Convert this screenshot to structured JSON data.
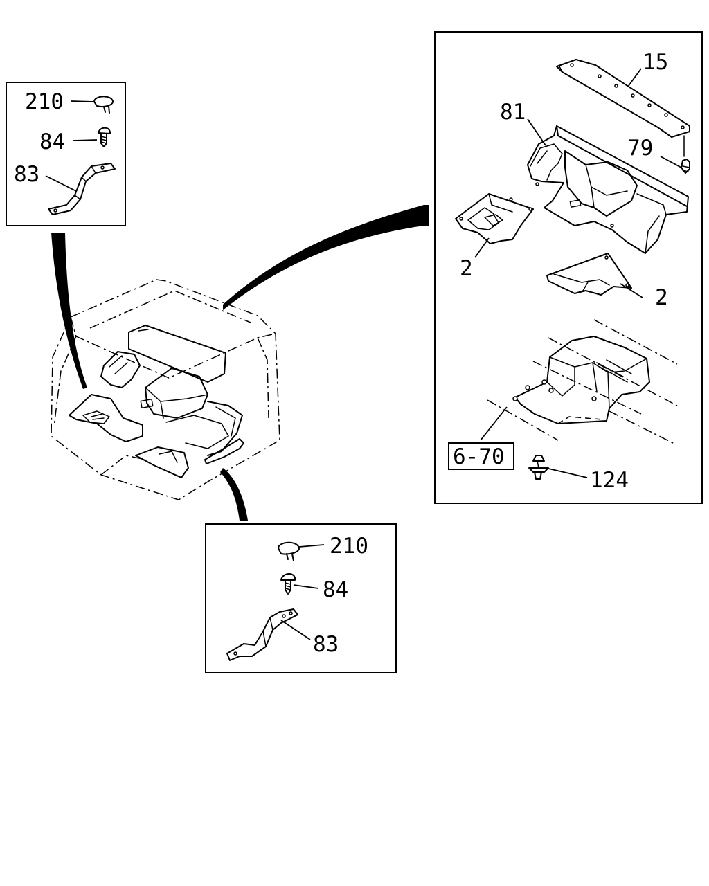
{
  "callouts": {
    "upper_left_clip": "210",
    "upper_left_screw": "84",
    "upper_left_bracket": "83",
    "right_panel_top": "15",
    "right_duct": "81",
    "right_clip": "79",
    "right_cover_left": "2",
    "right_cover_right": "2",
    "right_ref_box": "6-70",
    "right_clip_bottom": "124",
    "lower_clip": "210",
    "lower_screw": "84",
    "lower_bracket": "83"
  }
}
